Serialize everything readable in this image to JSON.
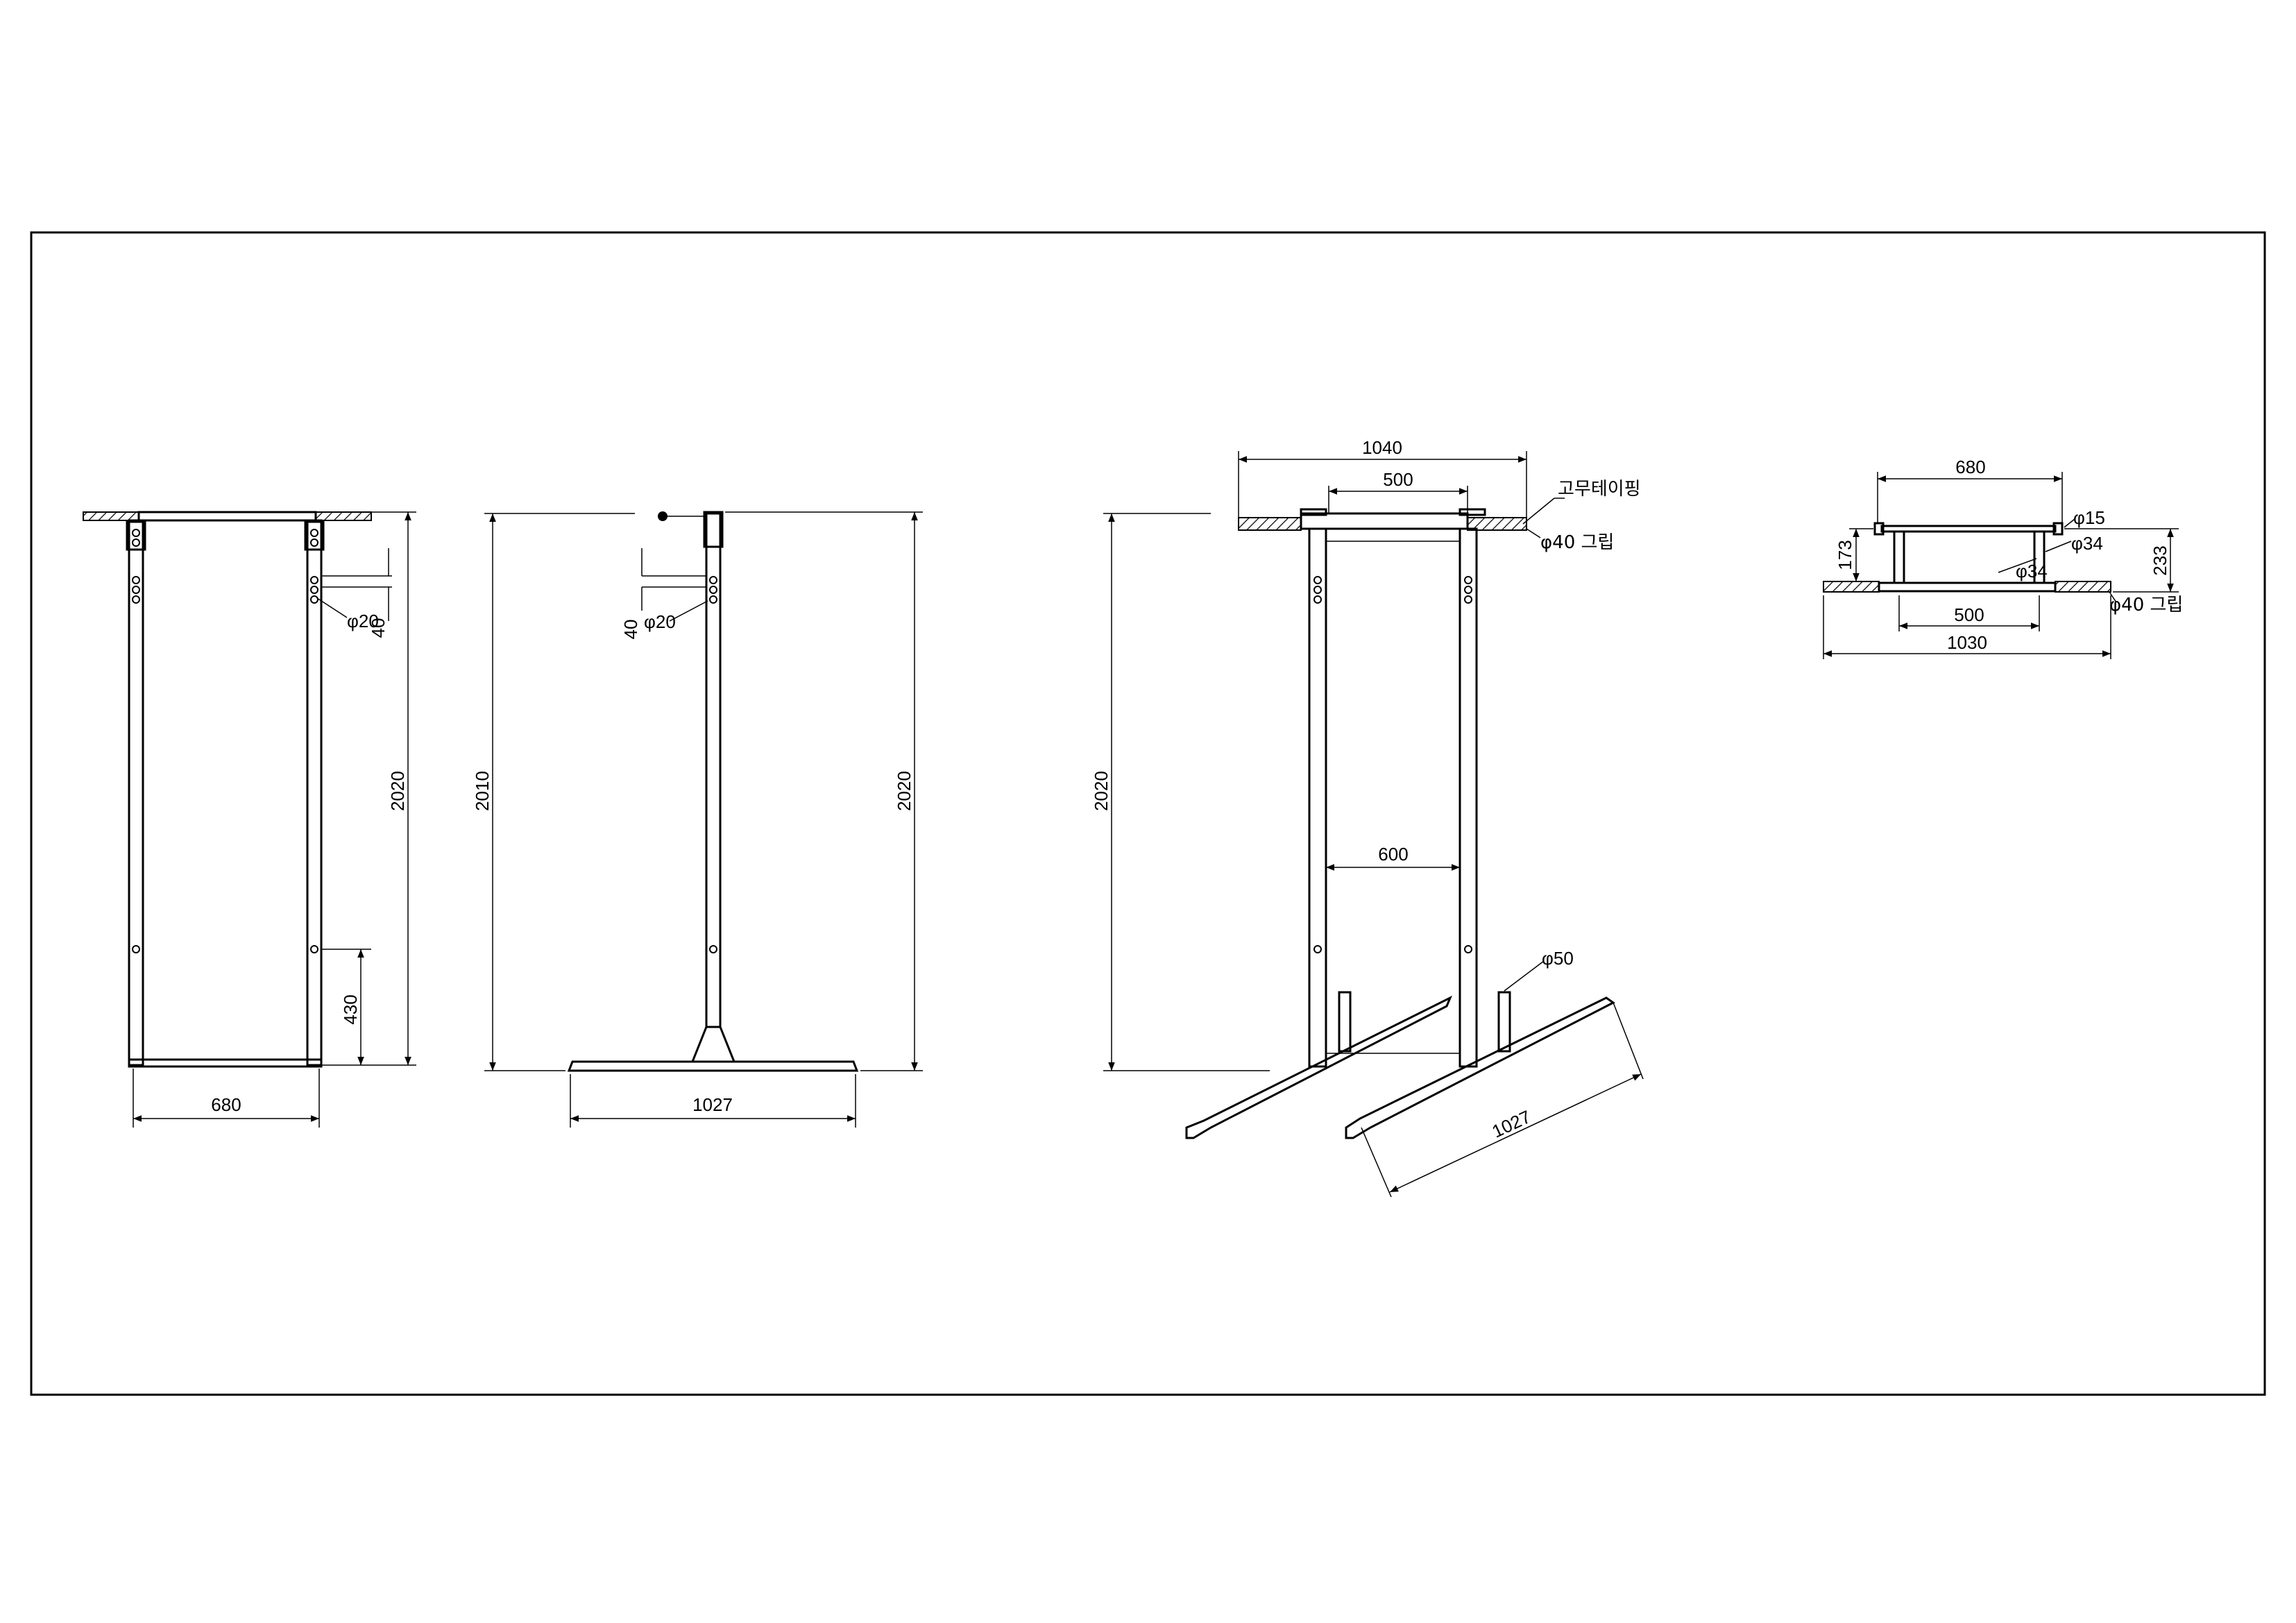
{
  "front_view": {
    "width": "680",
    "height": "2020",
    "hole_dia": "φ20",
    "hole_spacing": "40",
    "lower_hole": "430"
  },
  "side_view": {
    "height_left": "2010",
    "height_right": "2020",
    "hole_spacing": "40",
    "hole_dia": "φ20",
    "base_length": "1027"
  },
  "iso_view": {
    "top_width": "1040",
    "grip_width": "500",
    "rubber_label": "고무테이핑",
    "grip_label": "φ40 그립",
    "height": "2020",
    "inner_width": "600",
    "post_dia": "φ50",
    "base_length": "1027"
  },
  "top_view": {
    "width": "680",
    "bar_dia": "φ15",
    "tube_dia": "φ34",
    "tube_dia2": "φ34",
    "height_left": "173",
    "height_right": "233",
    "grip_width": "500",
    "total_width": "1030",
    "grip_label": "φ40 그립"
  }
}
